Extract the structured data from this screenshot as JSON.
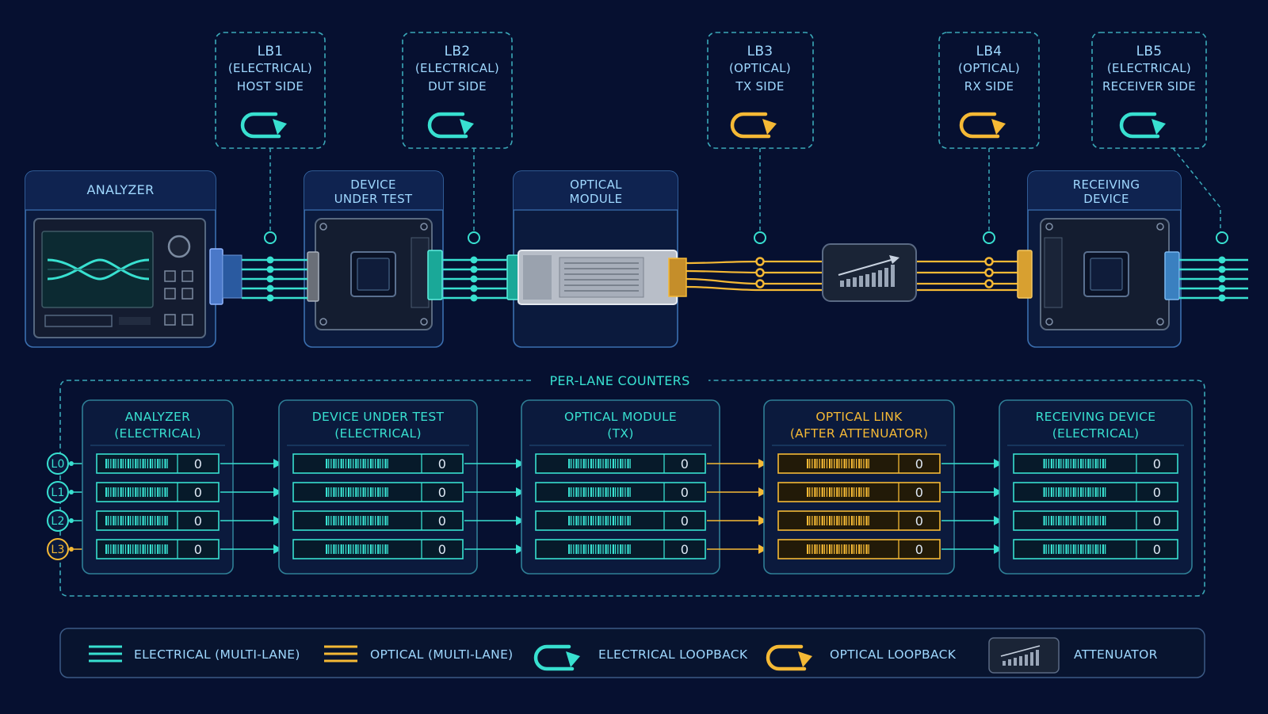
{
  "colors": {
    "background": "#061030",
    "panel": "#0b1a3d",
    "panel_header": "#0f2350",
    "panel_border": "#3b6fb0",
    "electrical": "#38e0d0",
    "optical": "#f5b935",
    "text": "#9fd8ff",
    "white": "#dfe9f5"
  },
  "loopbacks": [
    {
      "id": "LB1",
      "type": "(ELECTRICAL)",
      "side": "HOST SIDE",
      "kind": "electrical"
    },
    {
      "id": "LB2",
      "type": "(ELECTRICAL)",
      "side": "DUT SIDE",
      "kind": "electrical"
    },
    {
      "id": "LB3",
      "type": "(OPTICAL)",
      "side": "TX SIDE",
      "kind": "optical"
    },
    {
      "id": "LB4",
      "type": "(OPTICAL)",
      "side": "RX SIDE",
      "kind": "optical"
    },
    {
      "id": "LB5",
      "type": "(ELECTRICAL)",
      "side": "RECEIVER SIDE",
      "kind": "electrical"
    }
  ],
  "devices": {
    "analyzer": {
      "title": "ANALYZER"
    },
    "dut": {
      "title_line1": "DEVICE",
      "title_line2": "UNDER TEST"
    },
    "optical_module": {
      "title_line1": "OPTICAL",
      "title_line2": "MODULE"
    },
    "receiving": {
      "title_line1": "RECEIVING",
      "title_line2": "DEVICE"
    },
    "attenuator": {
      "icon": "attenuator-icon"
    }
  },
  "counters": {
    "title": "PER-LANE COUNTERS",
    "lanes": [
      "L0",
      "L1",
      "L2",
      "L3"
    ],
    "groups": [
      {
        "title_line1": "ANALYZER",
        "title_line2": "(ELECTRICAL)",
        "kind": "electrical",
        "values": [
          "0",
          "0",
          "0",
          "0"
        ]
      },
      {
        "title_line1": "DEVICE UNDER TEST",
        "title_line2": "(ELECTRICAL)",
        "kind": "electrical",
        "values": [
          "0",
          "0",
          "0",
          "0"
        ]
      },
      {
        "title_line1": "OPTICAL MODULE",
        "title_line2": "(TX)",
        "kind": "electrical",
        "values": [
          "0",
          "0",
          "0",
          "0"
        ]
      },
      {
        "title_line1": "OPTICAL LINK",
        "title_line2": "(AFTER ATTENUATOR)",
        "kind": "optical",
        "values": [
          "0",
          "0",
          "0",
          "0"
        ]
      },
      {
        "title_line1": "RECEIVING DEVICE",
        "title_line2": "(ELECTRICAL)",
        "kind": "electrical",
        "values": [
          "0",
          "0",
          "0",
          "0"
        ]
      }
    ]
  },
  "legend": [
    {
      "icon": "electrical-lines-icon",
      "label": "ELECTRICAL (MULTI-LANE)"
    },
    {
      "icon": "optical-lines-icon",
      "label": "OPTICAL (MULTI-LANE)"
    },
    {
      "icon": "electrical-loopback-icon",
      "label": "ELECTRICAL LOOPBACK"
    },
    {
      "icon": "optical-loopback-icon",
      "label": "OPTICAL LOOPBACK"
    },
    {
      "icon": "attenuator-icon",
      "label": "ATTENUATOR"
    }
  ]
}
